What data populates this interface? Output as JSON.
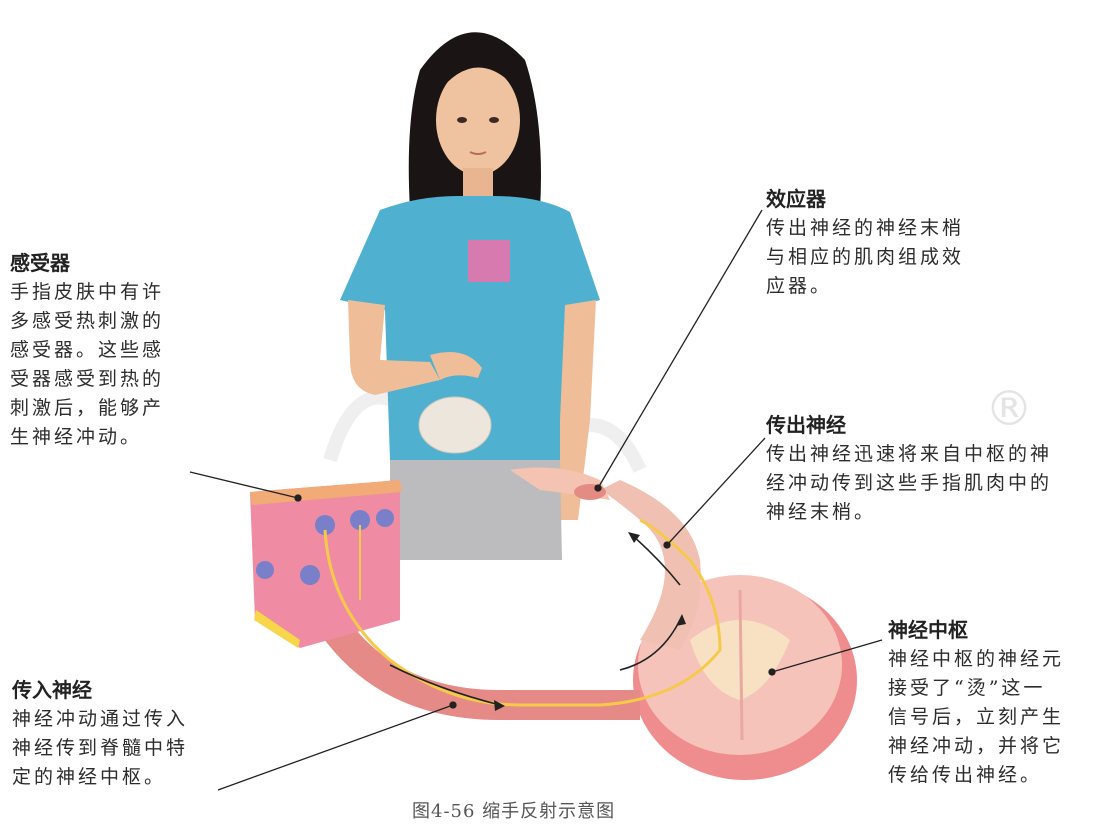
{
  "labels": {
    "receptor": {
      "title": "感受器",
      "text": "手指皮肤中有许\n多感受热刺激的\n感受器。这些感\n受器感受到热的\n刺激后，能够产\n生神经冲动。"
    },
    "effector": {
      "title": "效应器",
      "text": "传出神经的神经末梢\n与相应的肌肉组成效\n应器。"
    },
    "efferent": {
      "title": "传出神经",
      "text": "传出神经迅速将来自中枢的神\n经冲动传到这些手指肌肉中的\n神经末梢。"
    },
    "center": {
      "title": "神经中枢",
      "text": "神经中枢的神经元\n接受了“烫”这一\n信号后，立刻产生\n神经冲动，并将它\n传给传出神经。"
    },
    "afferent": {
      "title": "传入神经",
      "text": "神经冲动通过传入\n神经传到脊髓中特\n定的神经中枢。"
    }
  },
  "caption": "图4-56  缩手反射示意图",
  "watermark": "®",
  "colors": {
    "shirt": "#4fb0cf",
    "hair": "#1a1514",
    "skin": "#f0c3a0",
    "nerve": "#e58a86",
    "cord": "#f2b3ae",
    "impulse": "#f6c94a",
    "leader": "#222222"
  }
}
